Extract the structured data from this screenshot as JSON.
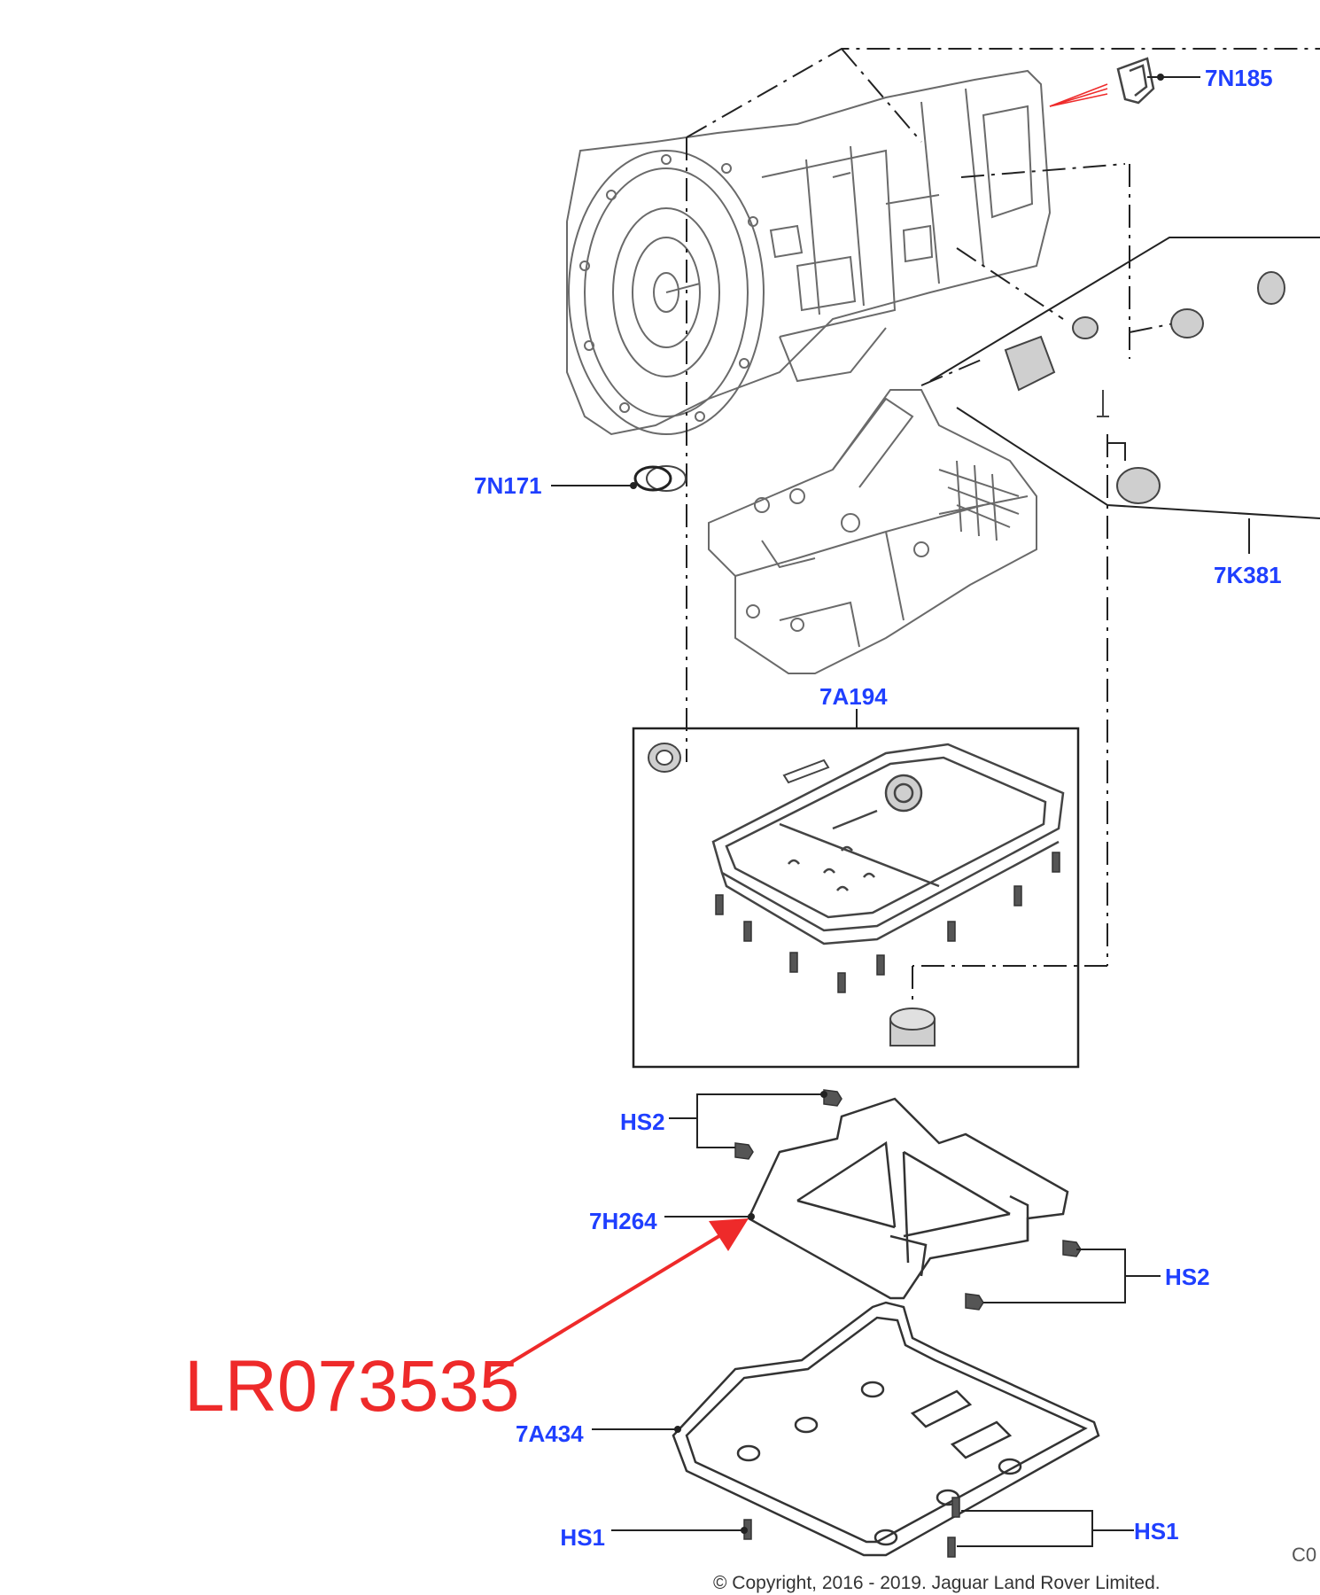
{
  "colors": {
    "callout": "#1f3fff",
    "highlight": "#ee2a2a",
    "line": "#222222",
    "part": "#6a6a6a"
  },
  "callouts": {
    "c7N185": "7N185",
    "c7N171": "7N171",
    "c7K381": "7K381",
    "c7A194": "7A194",
    "c7H264": "7H264",
    "c7A434": "7A434",
    "cHS2_top": "HS2",
    "cHS2_right": "HS2",
    "cHS1_left": "HS1",
    "cHS1_right": "HS1"
  },
  "highlight_part": "LR073535",
  "copyright": "© Copyright, 2016 - 2019. Jaguar Land Rover Limited.",
  "edge_text": "C0"
}
